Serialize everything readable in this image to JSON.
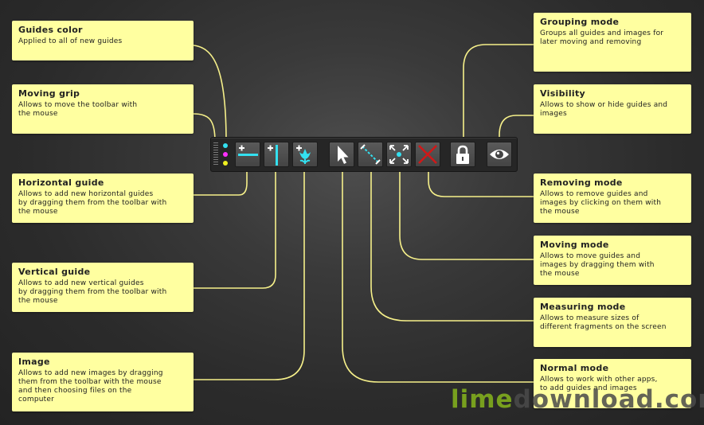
{
  "toolbar": {
    "guide_colors": [
      "#33e0f0",
      "#ff30ff",
      "#f0f020"
    ],
    "buttons": [
      {
        "name": "horizontal-guide",
        "icon": "horizontal-guide-icon"
      },
      {
        "name": "vertical-guide",
        "icon": "vertical-guide-icon"
      },
      {
        "name": "image",
        "icon": "tulip-icon"
      },
      {
        "name": "normal-mode",
        "icon": "cursor-icon"
      },
      {
        "name": "measuring-mode",
        "icon": "ruler-icon"
      },
      {
        "name": "moving-mode",
        "icon": "move-arrows-icon"
      },
      {
        "name": "removing-mode",
        "icon": "red-x-icon"
      },
      {
        "name": "grouping-mode",
        "icon": "lock-icon"
      },
      {
        "name": "visibility",
        "icon": "eye-icon"
      }
    ]
  },
  "colors": {
    "note_bg": "#ffffa0",
    "wire": "#f6f08a",
    "accent_cyan": "#33e0f0",
    "remove_red": "#d01818"
  },
  "notes": {
    "guides_color": {
      "title": "Guides color",
      "desc": "Applied to all of new guides"
    },
    "moving_grip": {
      "title": "Moving grip",
      "desc": "Allows to move the toolbar with\nthe mouse"
    },
    "horizontal_guide": {
      "title": "Horizontal guide",
      "desc": "Allows to add new horizontal guides\nby dragging them from the toolbar with\nthe mouse"
    },
    "vertical_guide": {
      "title": "Vertical guide",
      "desc": "Allows to add new vertical guides\nby dragging them from the toolbar with\nthe mouse"
    },
    "image": {
      "title": "Image",
      "desc": "Allows to add new images by dragging\nthem from the toolbar with the mouse\nand then choosing files on the\ncomputer"
    },
    "grouping_mode": {
      "title": "Grouping mode",
      "desc": "Groups all guides and images for\nlater moving and removing"
    },
    "visibility": {
      "title": "Visibility",
      "desc": "Allows to show or hide guides and\nimages"
    },
    "removing_mode": {
      "title": "Removing mode",
      "desc": "Allows to remove guides and\nimages by clicking on them with\nthe mouse"
    },
    "moving_mode": {
      "title": "Moving mode",
      "desc": "Allows to move guides and\nimages by dragging them with\nthe mouse"
    },
    "measuring_mode": {
      "title": "Measuring mode",
      "desc": "Allows to measure sizes of\ndifferent fragments on the screen"
    },
    "normal_mode": {
      "title": "Normal mode",
      "desc": "Allows to work with other apps,\nto add guides and images"
    }
  },
  "watermark": {
    "lime": "lime",
    "rest": "download.com"
  }
}
